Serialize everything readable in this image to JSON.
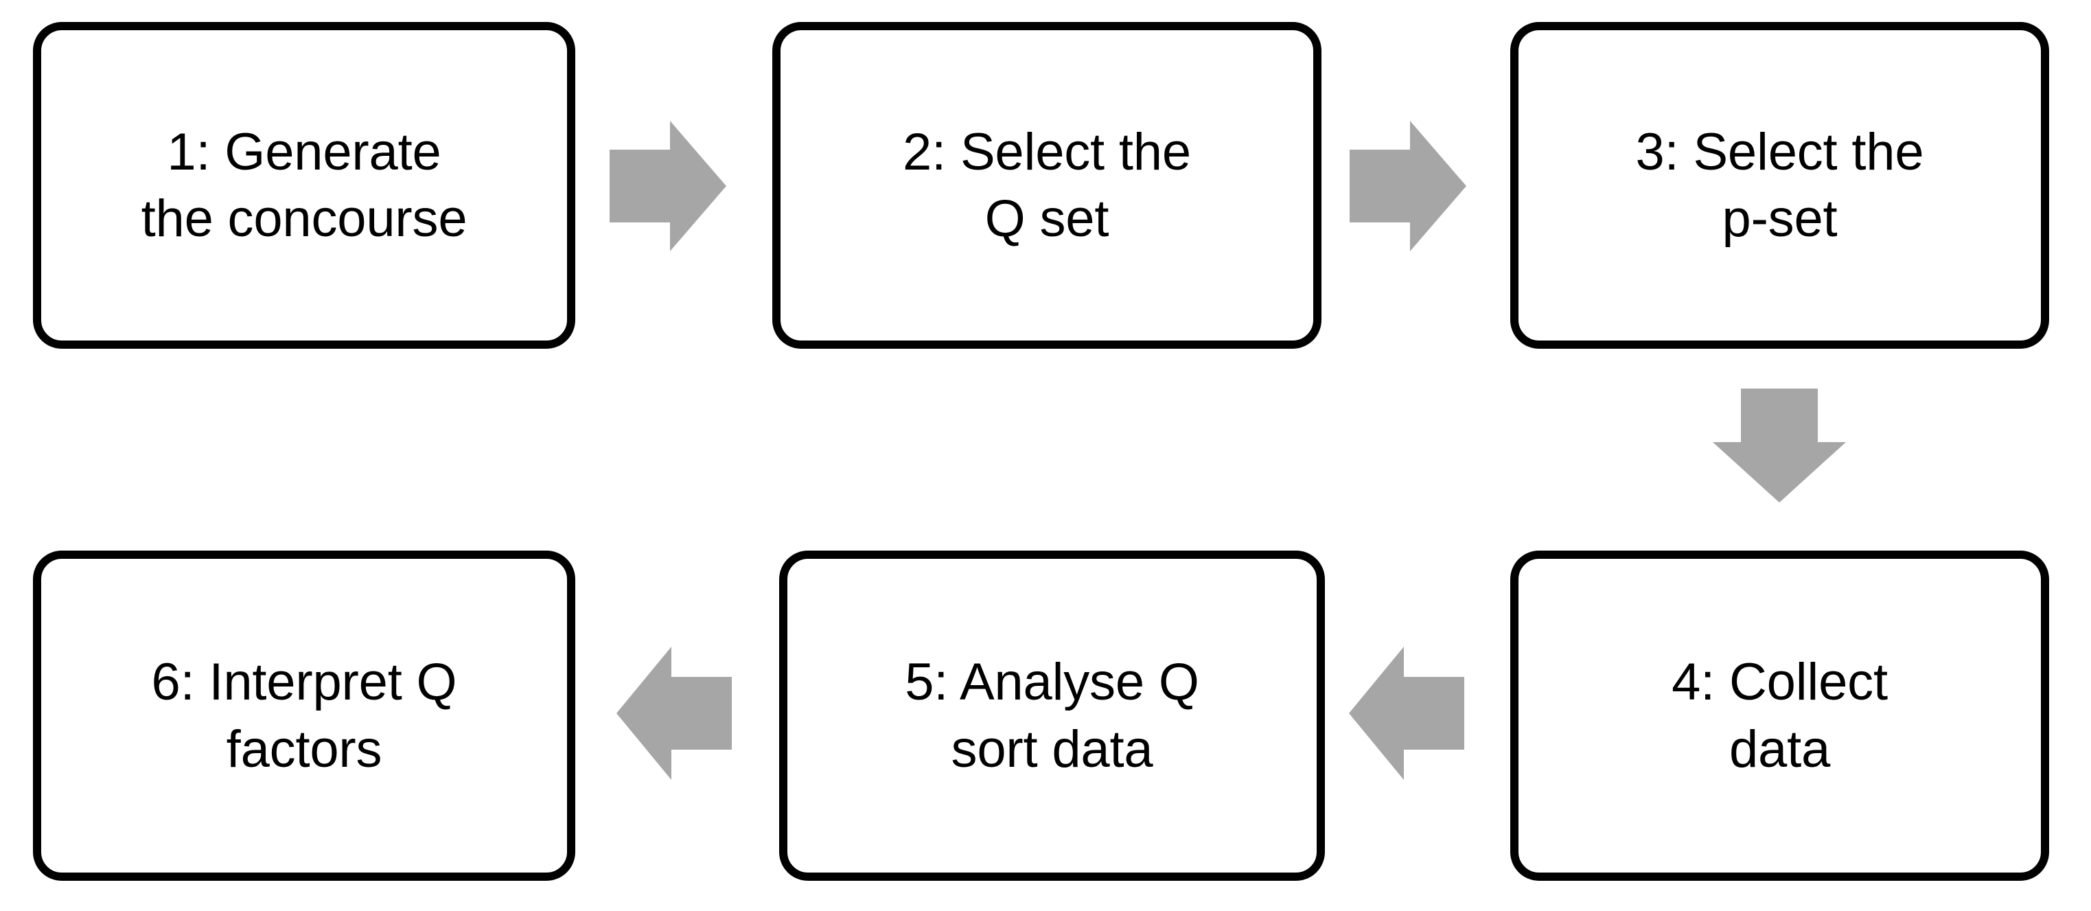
{
  "diagram": {
    "title": "Q methodology six-step process flowchart",
    "background_color": "#FFFFFF",
    "node_border_color": "#000000",
    "node_fill_color": "#FFFFFF",
    "arrow_color": "#A6A6A6",
    "text_color": "#000000"
  },
  "nodes": [
    {
      "id": "step-1",
      "step": "1",
      "label": "1: Generate\nthe concourse",
      "line1": "1: Generate",
      "line2": "the concourse",
      "row": 1,
      "column": 1
    },
    {
      "id": "step-2",
      "step": "2",
      "label": "2: Select the\nQ set",
      "line1": "2: Select the",
      "line2": "Q set",
      "row": 1,
      "column": 2
    },
    {
      "id": "step-3",
      "step": "3",
      "label": "3: Select the\np-set",
      "line1": "3: Select the",
      "line2": "p-set",
      "row": 1,
      "column": 3
    },
    {
      "id": "step-4",
      "step": "4",
      "label": "4: Collect\ndata",
      "line1": "4: Collect",
      "line2": "data",
      "row": 2,
      "column": 3
    },
    {
      "id": "step-5",
      "step": "5",
      "label": "5: Analyse Q\nsort data",
      "line1": "5: Analyse Q",
      "line2": "sort data",
      "row": 2,
      "column": 2
    },
    {
      "id": "step-6",
      "step": "6",
      "label": "6: Interpret Q\nfactors",
      "line1": "6: Interpret Q",
      "line2": "factors",
      "row": 2,
      "column": 1
    }
  ],
  "connectors": [
    {
      "id": "arrow-1-to-2",
      "icon": "arrow-right-icon",
      "direction": "right",
      "from": "step-1",
      "to": "step-2"
    },
    {
      "id": "arrow-2-to-3",
      "icon": "arrow-right-icon",
      "direction": "right",
      "from": "step-2",
      "to": "step-3"
    },
    {
      "id": "arrow-3-to-4",
      "icon": "arrow-down-icon",
      "direction": "down",
      "from": "step-3",
      "to": "step-4"
    },
    {
      "id": "arrow-4-to-5",
      "icon": "arrow-left-icon",
      "direction": "left",
      "from": "step-4",
      "to": "step-5"
    },
    {
      "id": "arrow-5-to-6",
      "icon": "arrow-left-icon",
      "direction": "left",
      "from": "step-5",
      "to": "step-6"
    }
  ]
}
